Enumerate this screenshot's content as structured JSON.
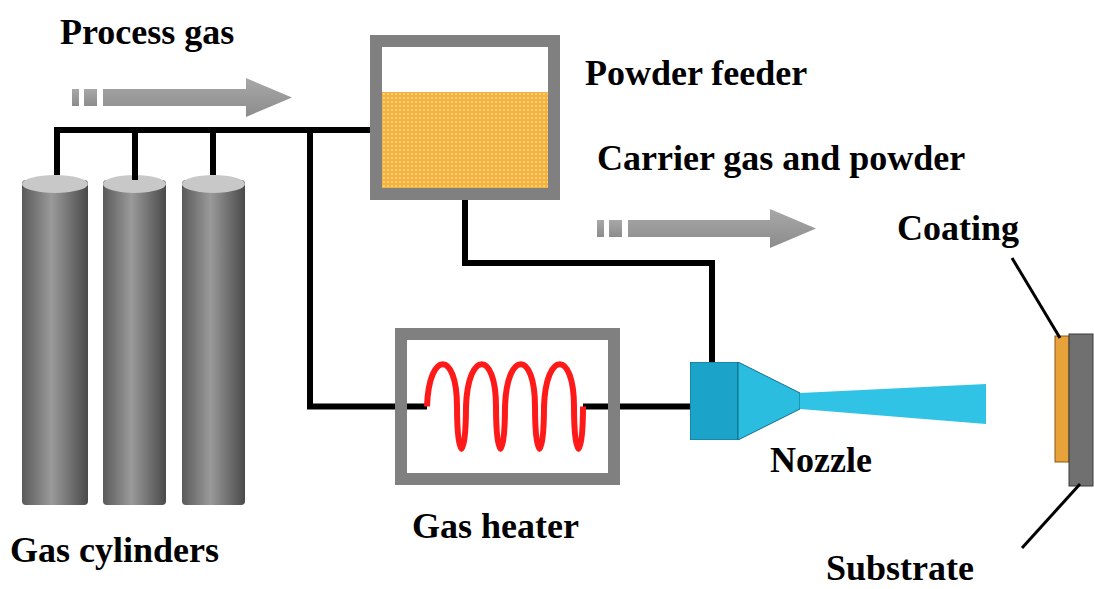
{
  "diagram": {
    "nodes": [
      {
        "text": [
          "Gas cylinders"
        ]
      },
      {
        "text": [
          "Powder feeder"
        ]
      },
      {
        "text": [
          "Gas heater"
        ]
      },
      {
        "text": [
          "Nozzle"
        ]
      }
    ],
    "edges": [
      {
        "from": 0,
        "to": 1,
        "arrow": "none"
      },
      {
        "from": 0,
        "to": 2,
        "arrow": "none"
      },
      {
        "from": 2,
        "to": 3,
        "arrow": "none"
      },
      {
        "from": 1,
        "to": 3,
        "arrow": "none"
      }
    ],
    "labels": [
      "Process gas",
      "Carrier gas and powder",
      "Coating",
      "Substrate"
    ]
  }
}
